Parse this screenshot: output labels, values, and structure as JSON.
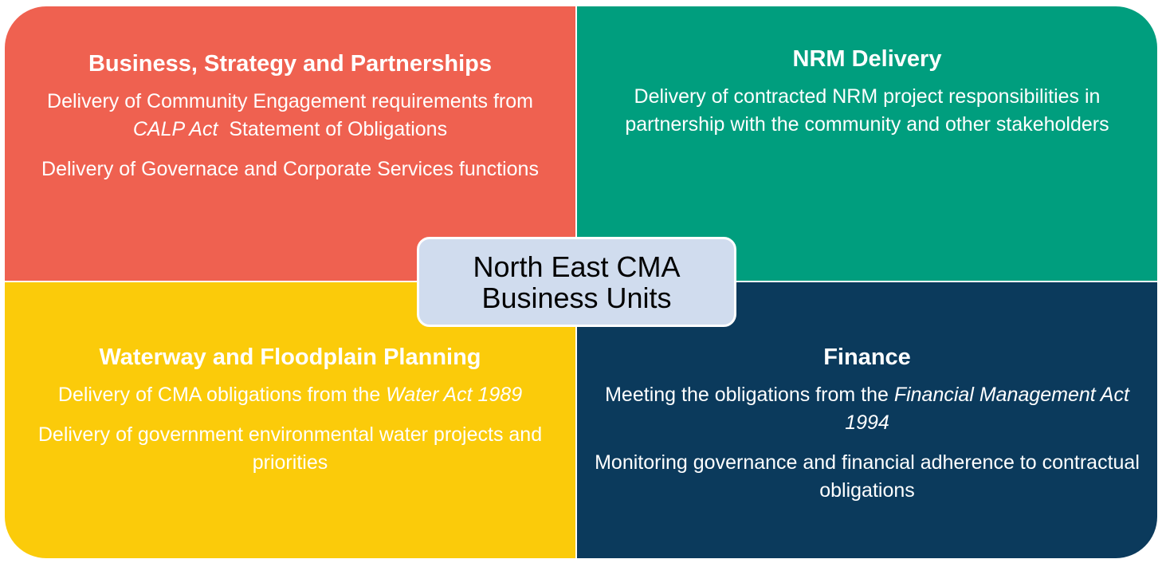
{
  "colors": {
    "business": "#EF6150",
    "nrm": "#009E7E",
    "waterway": "#FBCB0A",
    "finance": "#0B3A5C",
    "center": "#D0DCEE"
  },
  "center": {
    "line1": "North East CMA",
    "line2": "Business Units"
  },
  "units": [
    {
      "title": "Business, Strategy and Partnerships",
      "paragraphs": [
        {
          "pre": "Delivery of Community Engagement requirements from ",
          "italic": "CALP Act",
          "post": "  Statement of Obligations"
        },
        {
          "pre": "Delivery of Governace and Corporate Services functions",
          "italic": "",
          "post": ""
        }
      ]
    },
    {
      "title": "NRM Delivery",
      "paragraphs": [
        {
          "pre": "Delivery of contracted NRM project responsibilities in partnership with the community and other stakeholders",
          "italic": "",
          "post": ""
        }
      ]
    },
    {
      "title": "Waterway and Floodplain Planning",
      "paragraphs": [
        {
          "pre": "Delivery of CMA obligations from the ",
          "italic": "Water Act 1989",
          "post": ""
        },
        {
          "pre": "Delivery of government environmental water projects and priorities",
          "italic": "",
          "post": ""
        }
      ]
    },
    {
      "title": "Finance",
      "paragraphs": [
        {
          "pre": "Meeting the obligations from the ",
          "italic": "Financial Management Act 1994",
          "post": ""
        },
        {
          "pre": "Monitoring governance and financial adherence to contractual obligations",
          "italic": "",
          "post": ""
        }
      ]
    }
  ]
}
